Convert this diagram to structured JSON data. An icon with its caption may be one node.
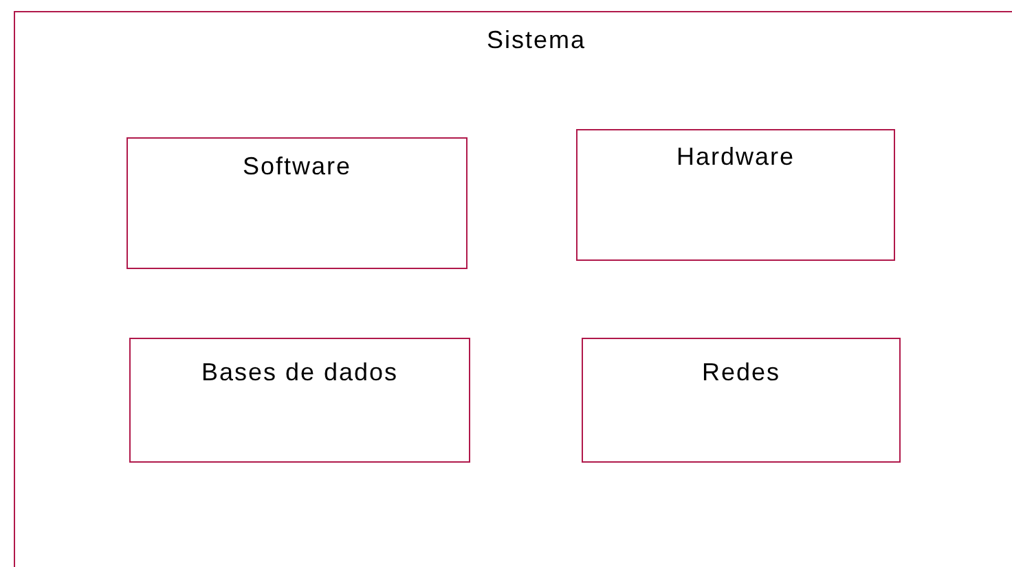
{
  "diagram": {
    "nodes": [
      {
        "text": [
          "Sistema"
        ]
      },
      {
        "text": [
          "Software"
        ],
        "in": 0
      },
      {
        "text": [
          "Hardware"
        ],
        "in": 0
      },
      {
        "text": [
          "Bases de dados"
        ],
        "in": 0
      },
      {
        "text": [
          "Redes"
        ],
        "in": 0
      }
    ]
  }
}
